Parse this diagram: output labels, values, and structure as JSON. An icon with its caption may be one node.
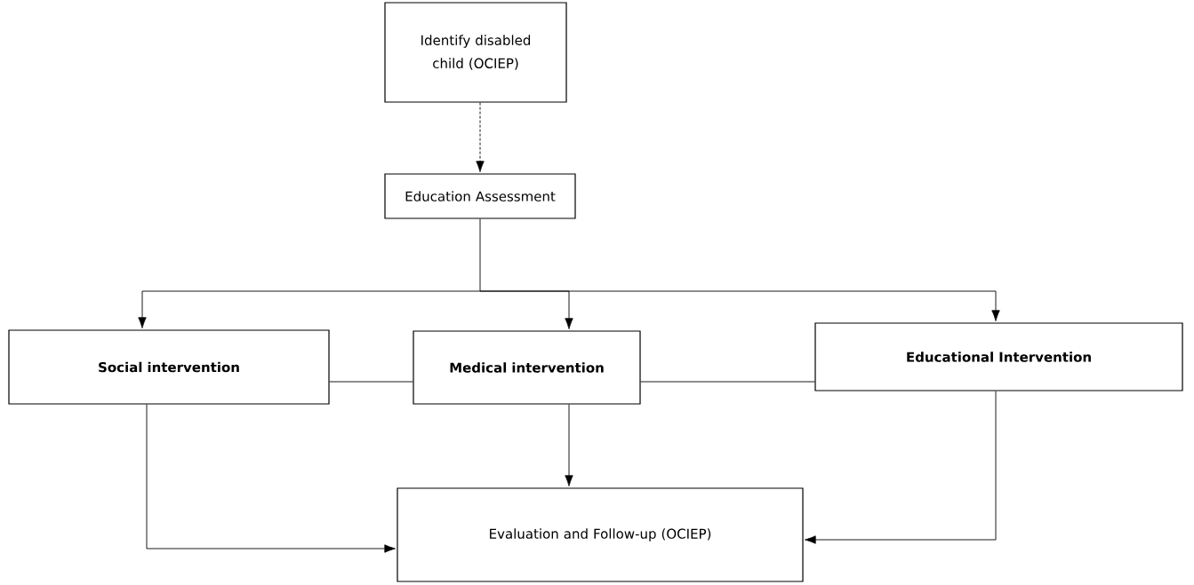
{
  "diagram": {
    "nodes": [
      {
        "text": [
          "Identify disabled child (OCIEP)"
        ]
      },
      {
        "text": [
          "Education Assessment"
        ]
      },
      {
        "text": [
          "Social intervention"
        ]
      },
      {
        "text": [
          "Medical intervention"
        ]
      },
      {
        "text": [
          "Educational Intervention"
        ]
      },
      {
        "text": [
          "Evaluation and Follow-up (OCIEP)"
        ]
      }
    ],
    "edges": [
      {
        "from": 0,
        "to": 1,
        "arrow": "to",
        "style": "dashed"
      },
      {
        "from": 1,
        "to": 2,
        "arrow": "to"
      },
      {
        "from": 1,
        "to": 3,
        "arrow": "to"
      },
      {
        "from": 1,
        "to": 4,
        "arrow": "to"
      },
      {
        "from": 2,
        "to": 3,
        "arrow": "none"
      },
      {
        "from": 3,
        "to": 4,
        "arrow": "none"
      },
      {
        "from": 3,
        "to": 5,
        "arrow": "to"
      },
      {
        "from": 2,
        "to": 5,
        "arrow": "to"
      },
      {
        "from": 4,
        "to": 5,
        "arrow": "to"
      }
    ]
  }
}
